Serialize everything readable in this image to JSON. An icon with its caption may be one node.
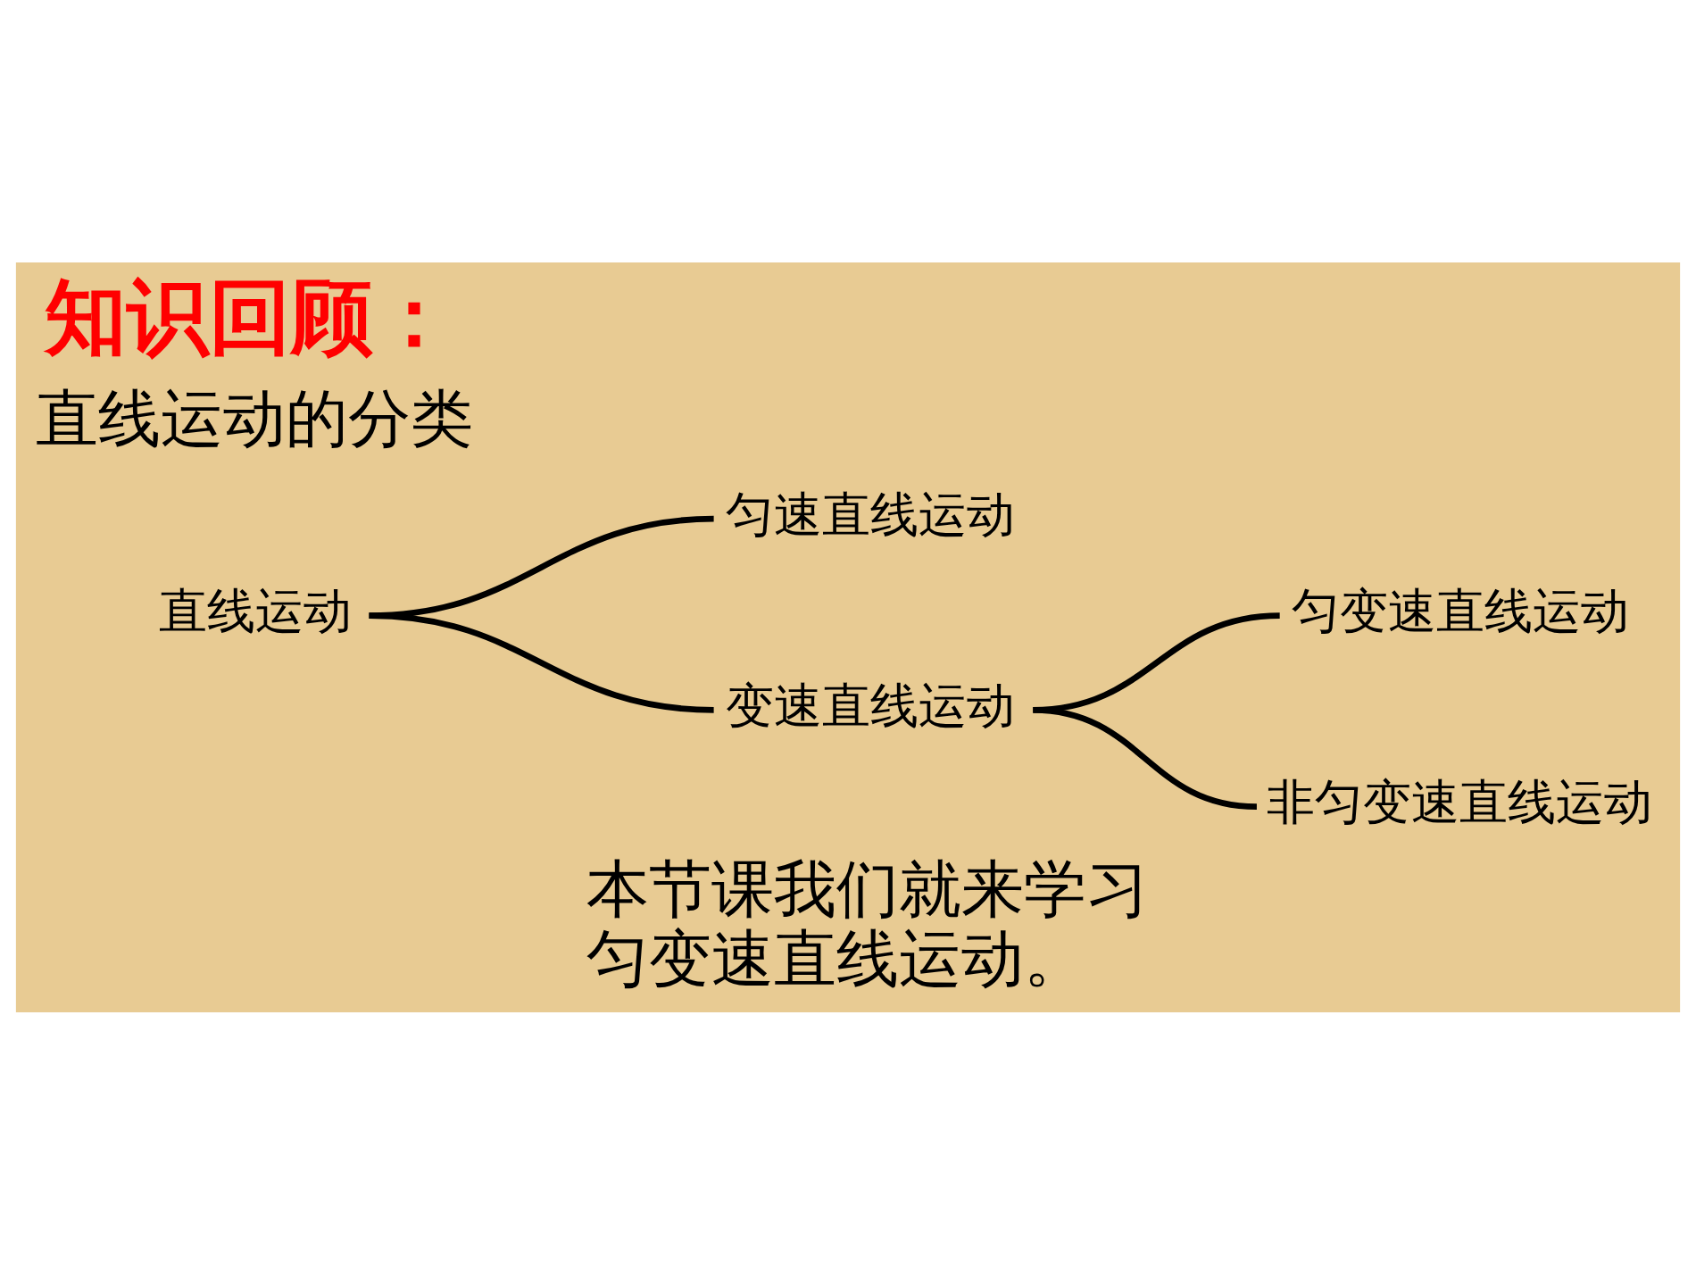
{
  "diagram": {
    "title": "知识回顾：",
    "nodes": [
      {
        "text": [
          "直线运动"
        ]
      },
      {
        "text": [
          "匀速直线运动"
        ]
      },
      {
        "text": [
          "变速直线运动"
        ]
      },
      {
        "text": [
          "匀变速直线运动"
        ]
      },
      {
        "text": [
          "非匀变速直线运动"
        ]
      }
    ],
    "edges": [
      {
        "from": 0,
        "to": 1,
        "arrow": "none"
      },
      {
        "from": 0,
        "to": 2,
        "arrow": "none"
      },
      {
        "from": 2,
        "to": 3,
        "arrow": "none"
      },
      {
        "from": 2,
        "to": 4,
        "arrow": "none"
      }
    ],
    "labels": [
      "直线运动的分类",
      "本节课我们就来学习匀变速直线运动。"
    ]
  }
}
